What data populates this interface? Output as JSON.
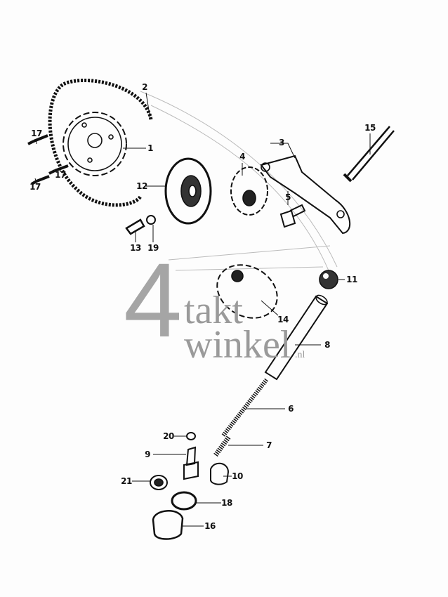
{
  "diagram": {
    "labels": [
      "1",
      "2",
      "3",
      "4",
      "5",
      "6",
      "7",
      "8",
      "9",
      "10",
      "11",
      "12",
      "13",
      "14",
      "15",
      "16",
      "17",
      "17",
      "17",
      "18",
      "19",
      "20",
      "21"
    ]
  },
  "watermark": {
    "digit": "4",
    "line1": "takt",
    "line2": "winkel",
    "suffix": ".nl"
  },
  "colors": {
    "ink": "#111111",
    "watermark": "#a0a0a0",
    "paper": "#fdfdfd"
  }
}
